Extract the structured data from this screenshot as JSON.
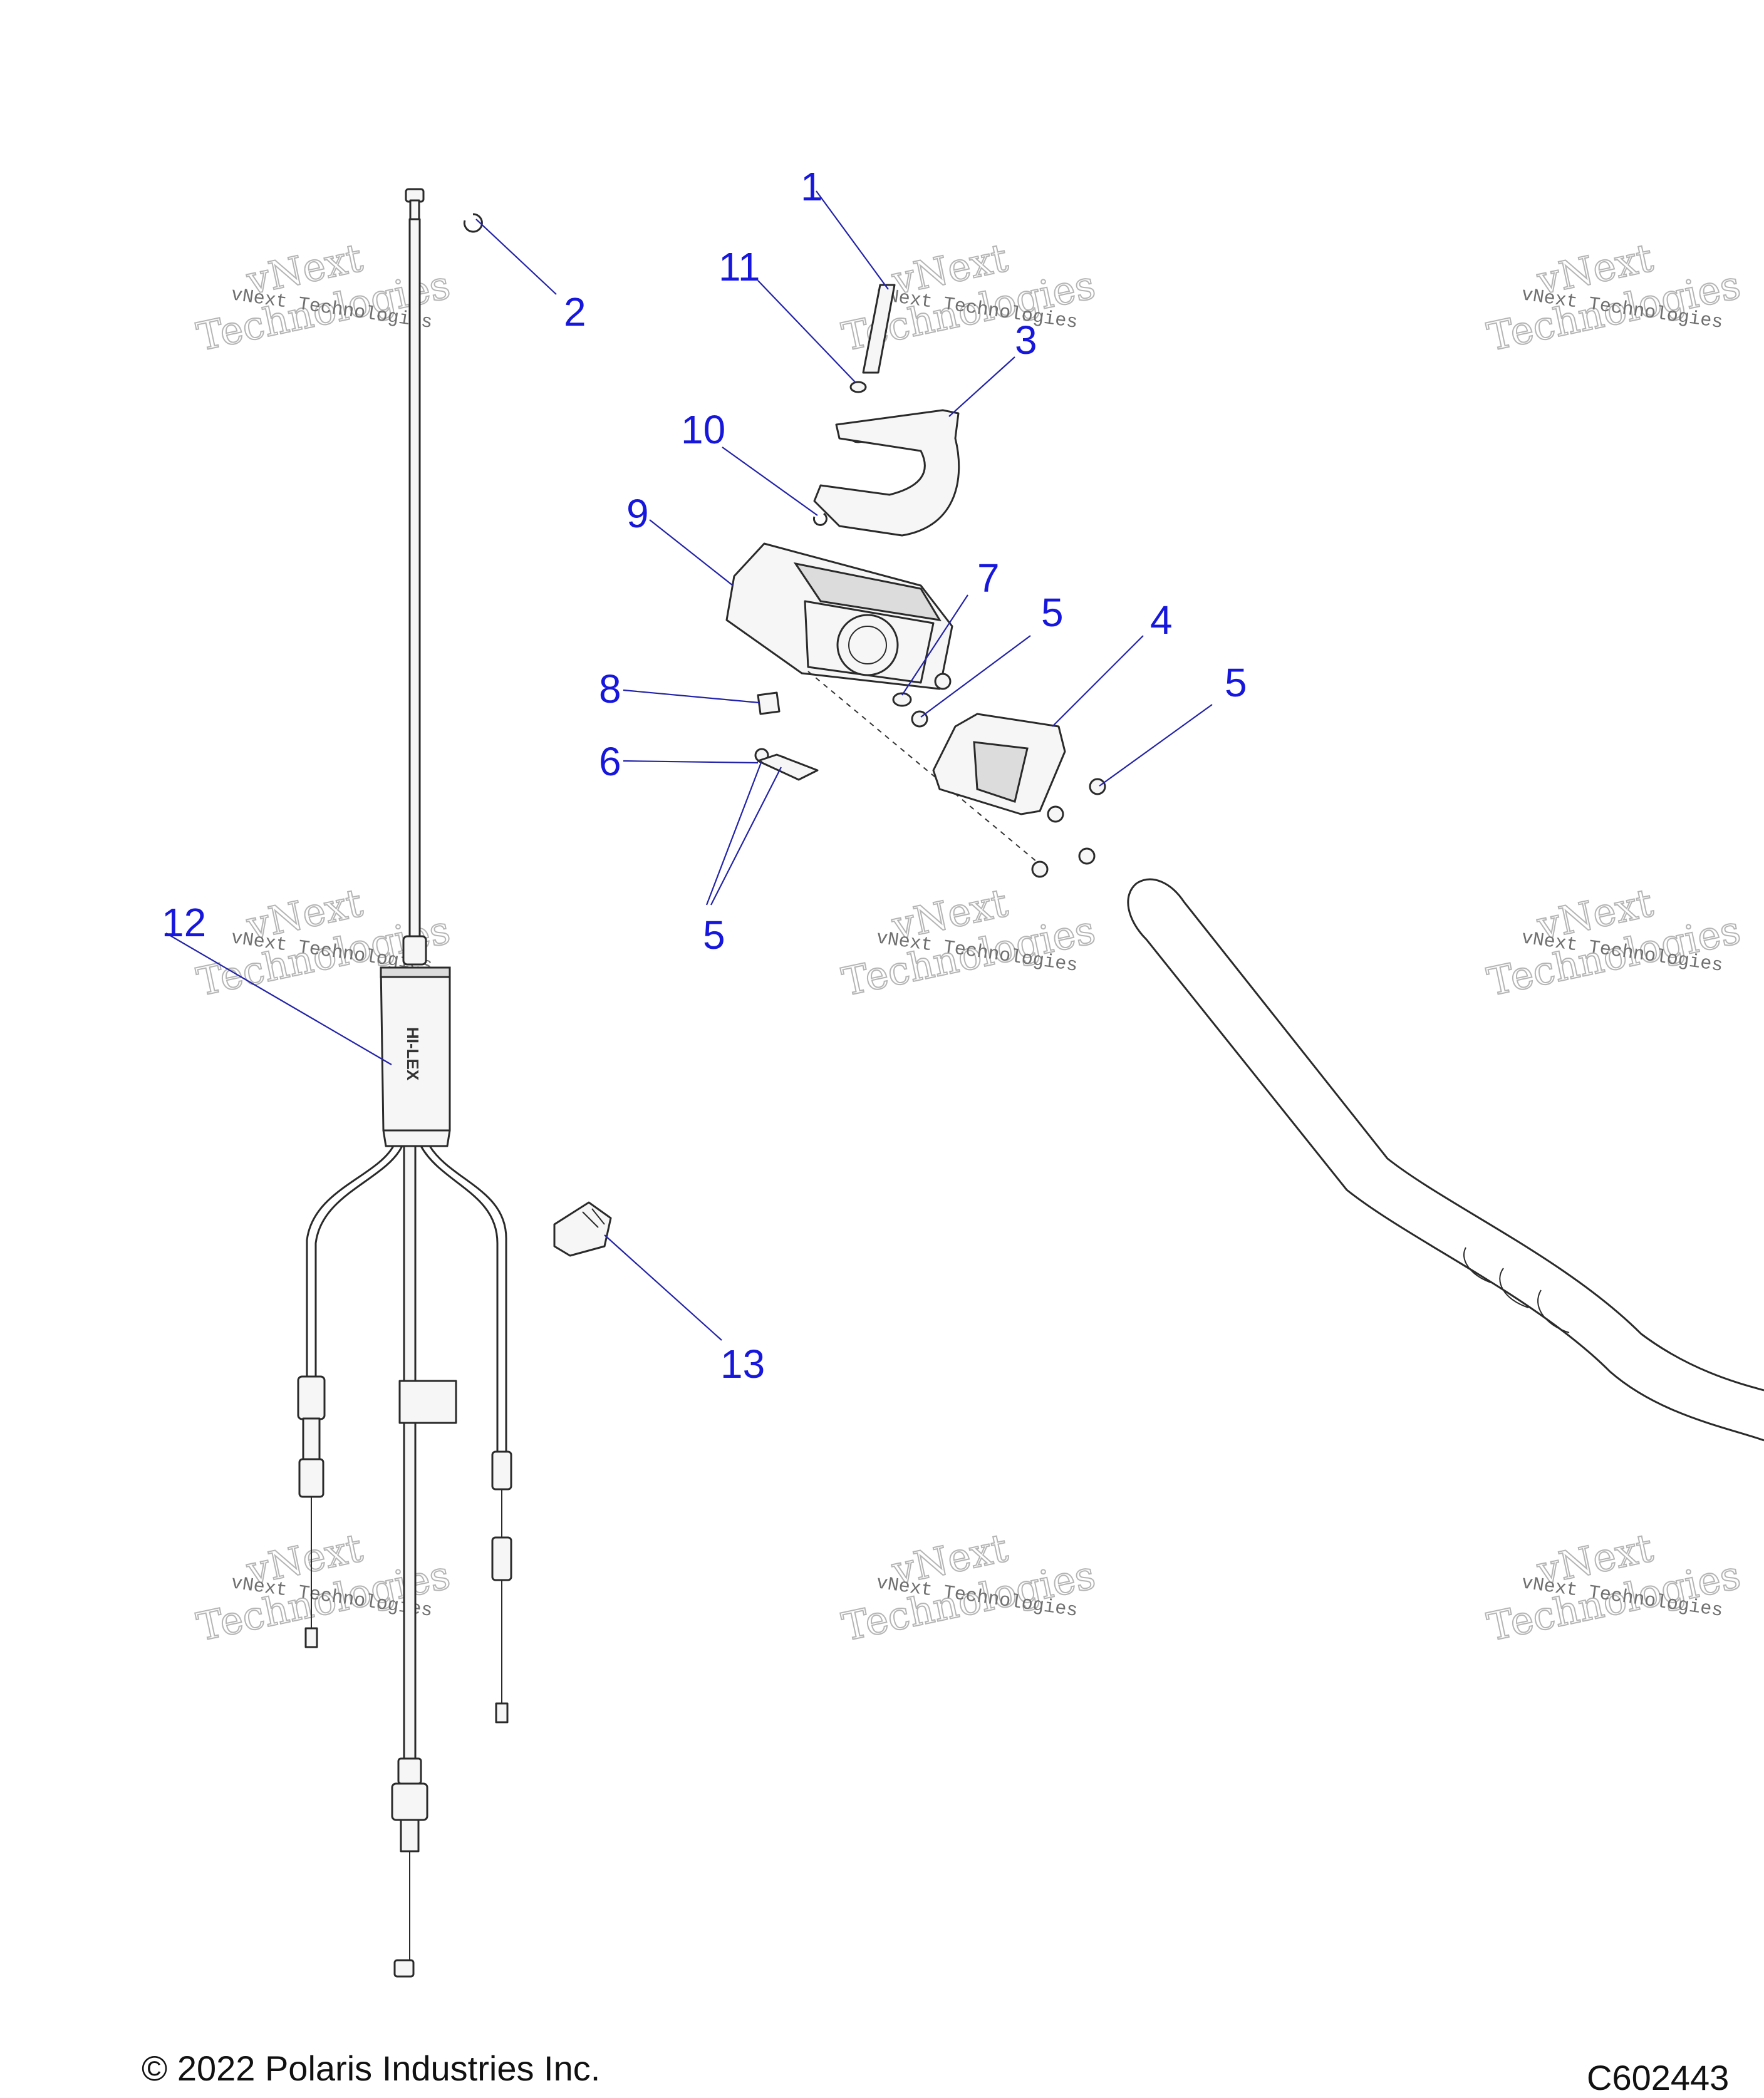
{
  "callouts": {
    "c1": "1",
    "c2": "2",
    "c3": "3",
    "c4": "4",
    "c5a": "5",
    "c5b": "5",
    "c5c": "5",
    "c6": "6",
    "c7": "7",
    "c8": "8",
    "c9": "9",
    "c10": "10",
    "c11": "11",
    "c12": "12",
    "c13": "13"
  },
  "watermark": {
    "line1": "vNext Technologies",
    "line2a": "vNext",
    "line2b": "Technologies"
  },
  "cable_brand": "HI-LEX",
  "footer": {
    "copyright": "© 2022 Polaris Industries Inc.",
    "figure_id": "C602443"
  }
}
